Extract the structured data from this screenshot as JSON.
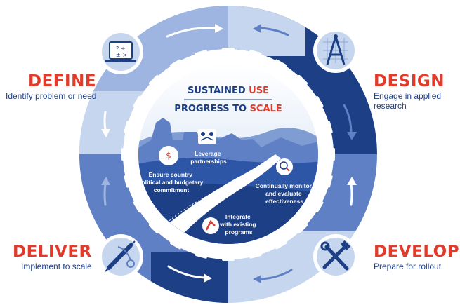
{
  "colors": {
    "navy": "#1d3f85",
    "mid_blue": "#5f80c4",
    "light_blue": "#9db5e0",
    "pale_blue": "#c6d6ee",
    "accent_red": "#e23b2c",
    "white": "#ffffff"
  },
  "center": {
    "line1_prefix": "SUSTAINED ",
    "line1_emph": "USE",
    "line2_prefix": "PROGRESS TO ",
    "line2_emph": "SCALE"
  },
  "steps": {
    "commitment": {
      "line1": "Ensure country",
      "line2": "political and budgetary",
      "line3": "commitment",
      "icon": "money-hands-icon"
    },
    "partnerships": {
      "line1": "Leverage",
      "line2": "partnerships",
      "icon": "handshake-people-icon"
    },
    "monitor": {
      "line1": "Continually monitor",
      "line2": "and evaluate",
      "line3": "effectiveness",
      "icon": "magnifier-chart-icon"
    },
    "integrate": {
      "line1": "Integrate",
      "line2": "with existing",
      "line3": "programs",
      "icon": "integrate-arrow-icon"
    }
  },
  "phases": {
    "define": {
      "title": "DEFINE",
      "subtitle": "Identify problem or need",
      "icon": "calculator-laptop-icon"
    },
    "design": {
      "title": "DESIGN",
      "subtitle": "Engage in applied research",
      "icon": "compass-grid-icon"
    },
    "deliver": {
      "title": "DELIVER",
      "subtitle": "Implement to scale",
      "icon": "syringe-stethoscope-icon"
    },
    "develop": {
      "title": "DEVELOP",
      "subtitle": "Prepare for rollout",
      "icon": "hammer-wrench-icon"
    }
  }
}
